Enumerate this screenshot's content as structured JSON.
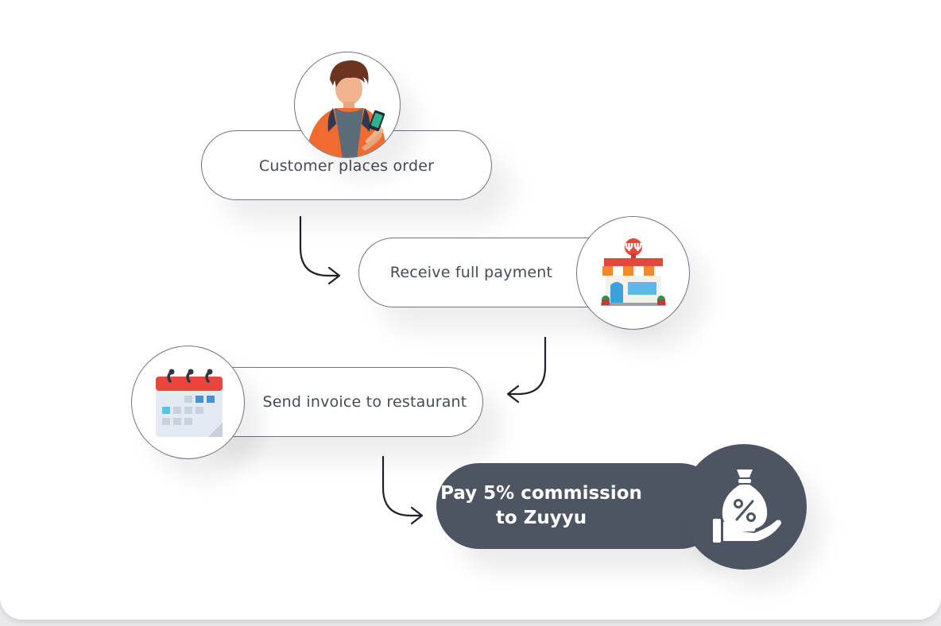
{
  "steps": [
    {
      "label": "Customer places order",
      "icon": "customer-with-phone-icon"
    },
    {
      "label": "Receive full payment",
      "icon": "restaurant-storefront-icon"
    },
    {
      "label": "Send invoice to restaurant",
      "icon": "calendar-icon"
    },
    {
      "label_line1": "Pay 5% commission",
      "label_line2": "to Zuyyu",
      "icon": "money-bag-percent-hand-icon"
    }
  ],
  "colors": {
    "outline": "#6f7380",
    "text": "#454b58",
    "dark_fill": "#4e5562",
    "arrow": "#1f2229"
  }
}
